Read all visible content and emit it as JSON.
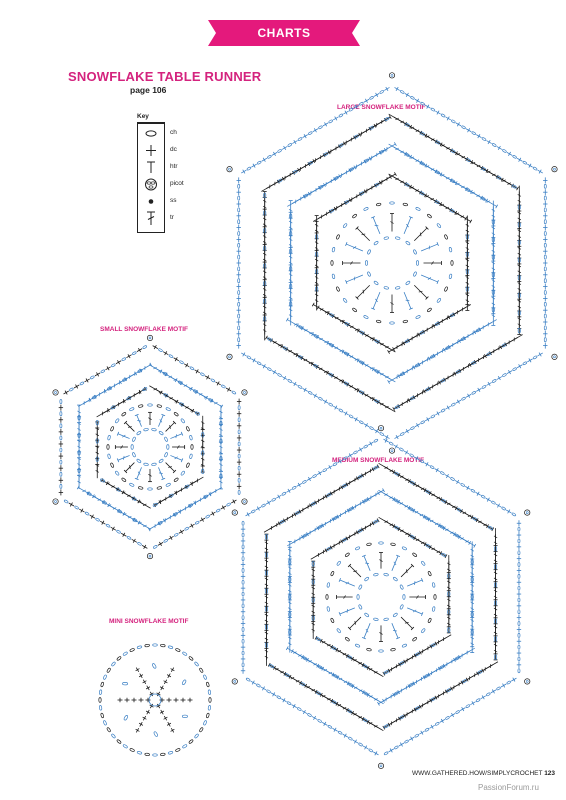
{
  "header": {
    "banner_label": "CHARTS",
    "banner_color": "#e4197c",
    "title": "SNOWFLAKE TABLE RUNNER",
    "subtitle": "page 106"
  },
  "key": {
    "heading": "Key",
    "items": [
      {
        "icon": "chain-oval-icon",
        "label": "ch"
      },
      {
        "icon": "double-crochet-icon",
        "label": "dc"
      },
      {
        "icon": "half-treble-icon",
        "label": "htr"
      },
      {
        "icon": "picot-icon",
        "label": "picot"
      },
      {
        "icon": "slip-stitch-dot-icon",
        "label": "ss"
      },
      {
        "icon": "treble-icon",
        "label": "tr"
      }
    ]
  },
  "motifs": [
    {
      "id": "large",
      "title": "LARGE SNOWFLAKE MOTIF"
    },
    {
      "id": "small",
      "title": "SMALL SNOWFLAKE MOTIF"
    },
    {
      "id": "medium",
      "title": "MEDIUM SNOWFLAKE MOTIF"
    },
    {
      "id": "mini",
      "title": "MINI SNOWFLAKE MOTIF"
    }
  ],
  "colors": {
    "accent": "#d4237e",
    "chart_blue": "#3a7fc4",
    "chart_dark": "#1a1a1a"
  },
  "footer": {
    "url": "WWW.GATHERED.HOW/SIMPLYCROCHET",
    "page_number": "123"
  },
  "watermark": "PassionForum.ru"
}
